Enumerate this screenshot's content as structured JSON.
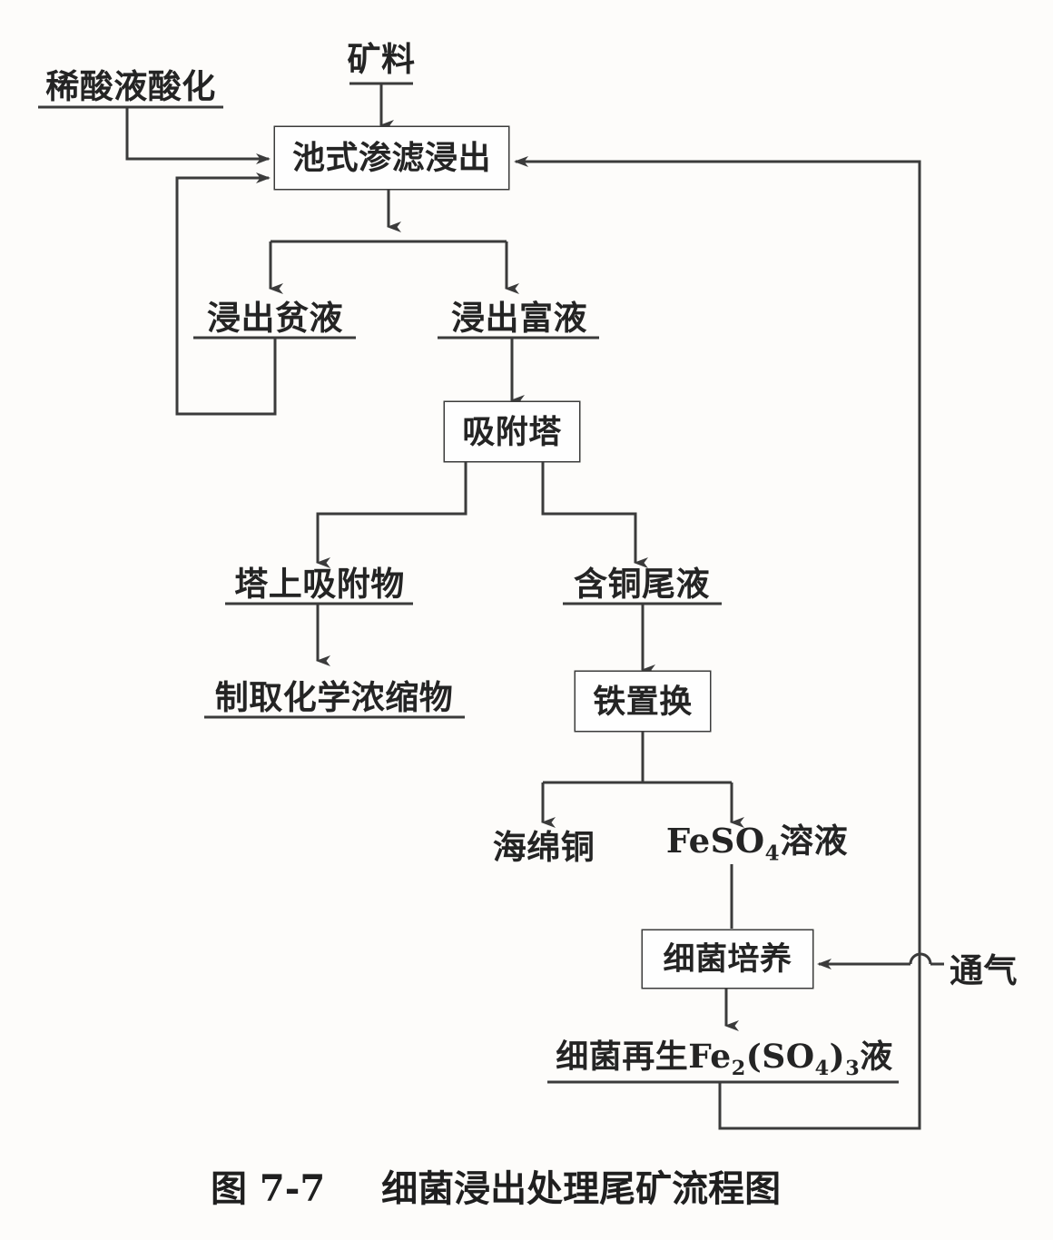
{
  "figure": {
    "caption_number": "图 7-7",
    "caption_title": "细菌浸出处理尾矿流程图",
    "line_color": "#3b3b3b",
    "text_color": "#242424",
    "background": "#fdfcfa"
  },
  "nodes": {
    "ore_feed": {
      "label": "矿料",
      "type": "input-stream"
    },
    "acid_leach_input": {
      "label": "稀酸液酸化",
      "type": "input-stream"
    },
    "vat_percolation_leaching": {
      "label": "池式渗滤浸出",
      "type": "process-box"
    },
    "lean_leach_solution": {
      "label": "浸出贫液",
      "type": "stream"
    },
    "rich_leach_solution": {
      "label": "浸出富液",
      "type": "stream"
    },
    "adsorption_tower": {
      "label": "吸附塔",
      "type": "process-box"
    },
    "tower_adsorbate": {
      "label": "塔上吸附物",
      "type": "stream"
    },
    "copper_bearing_tailing_liquor": {
      "label": "含铜尾液",
      "type": "stream"
    },
    "chemical_concentrate": {
      "label": "制取化学浓缩物",
      "type": "product"
    },
    "iron_cementation": {
      "label": "铁置换",
      "type": "process-box"
    },
    "sponge_copper": {
      "label": "海绵铜",
      "type": "product"
    },
    "ferrous_sulfate_solution": {
      "label": "FeSO4溶液",
      "formula_prefix": "FeSO",
      "formula_sub": "4",
      "formula_suffix": "溶液",
      "type": "stream"
    },
    "bacteria_cultivation": {
      "label": "细菌培养",
      "type": "process-box"
    },
    "aeration": {
      "label": "通气",
      "type": "input-stream"
    },
    "regenerated_ferric_sulfate": {
      "label": "细菌再生Fe2(SO4)3液",
      "text_prefix": "细菌再生Fe",
      "sub_1": "2",
      "mid_1": "(SO",
      "sub_2": "4",
      "mid_2": ")",
      "sub_3": "3",
      "text_suffix": "液",
      "type": "stream"
    }
  },
  "edges": [
    {
      "name": "ore-to-leaching",
      "from": "矿料",
      "to": "池式渗滤浸出"
    },
    {
      "name": "acid-to-leaching",
      "from": "稀酸液酸化",
      "to": "池式渗滤浸出"
    },
    {
      "name": "leaching-split",
      "from": "池式渗滤浸出",
      "to": "浸出贫液 / 浸出富液"
    },
    {
      "name": "lean-recycle",
      "from": "浸出贫液",
      "to": "池式渗滤浸出"
    },
    {
      "name": "rich-to-tower",
      "from": "浸出富液",
      "to": "吸附塔"
    },
    {
      "name": "tower-to-adsorbate",
      "from": "吸附塔",
      "to": "塔上吸附物"
    },
    {
      "name": "tower-to-tailing",
      "from": "吸附塔",
      "to": "含铜尾液"
    },
    {
      "name": "adsorbate-to-concentrate",
      "from": "塔上吸附物",
      "to": "制取化学浓缩物"
    },
    {
      "name": "tailing-to-cementation",
      "from": "含铜尾液",
      "to": "铁置换"
    },
    {
      "name": "cementation-to-sponge-copper",
      "from": "铁置换",
      "to": "海绵铜"
    },
    {
      "name": "cementation-to-feso4",
      "from": "铁置换",
      "to": "FeSO4溶液"
    },
    {
      "name": "feso4-to-bacteria",
      "from": "FeSO4溶液",
      "to": "细菌培养"
    },
    {
      "name": "aeration-to-bacteria",
      "from": "通气",
      "to": "细菌培养"
    },
    {
      "name": "bacteria-to-regenerated",
      "from": "细菌培养",
      "to": "细菌再生Fe2(SO4)3液"
    },
    {
      "name": "regenerated-recycle-to-leaching",
      "from": "细菌再生Fe2(SO4)3液",
      "to": "池式渗滤浸出"
    }
  ]
}
